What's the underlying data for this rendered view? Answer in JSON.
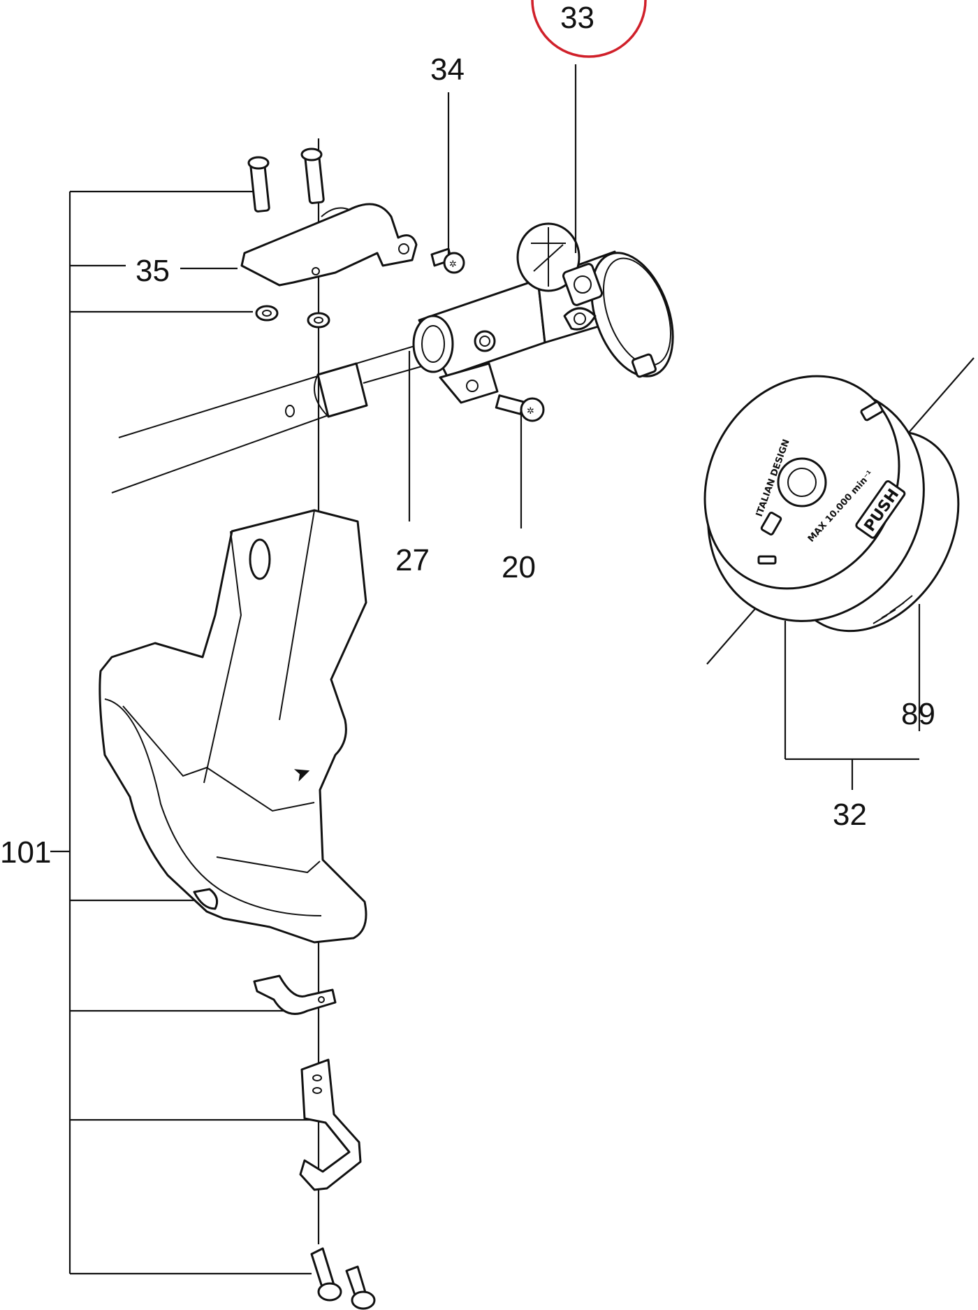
{
  "labels": {
    "l33": "33",
    "l34": "34",
    "l35": "35",
    "l27": "27",
    "l20": "20",
    "l89": "89",
    "l32": "32",
    "l101": "101"
  },
  "head_text": {
    "push": "PUSH",
    "italian_design": "ITALIAN DESIGN",
    "max_speed": "MAX 10.000 min⁻¹"
  },
  "highlight_color": "#d0202a"
}
